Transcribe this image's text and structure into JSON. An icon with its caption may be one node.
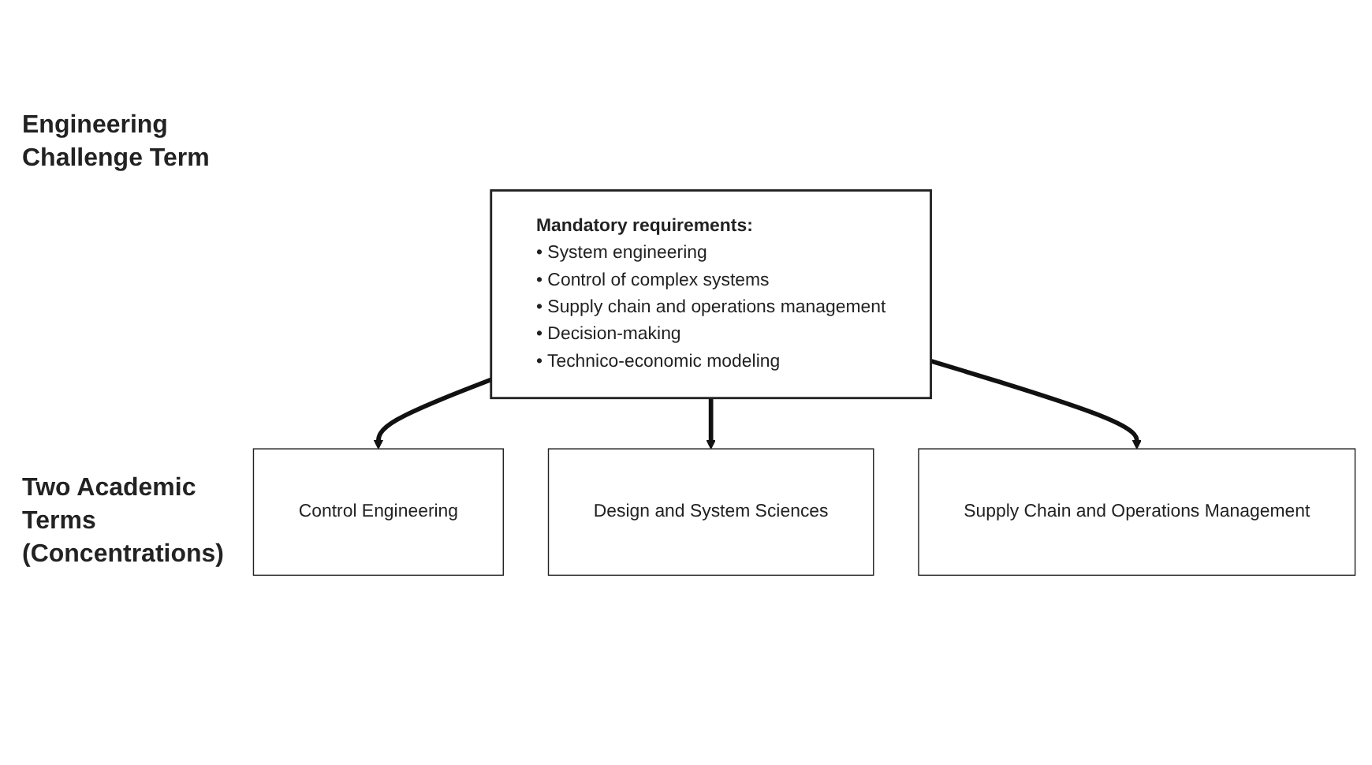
{
  "diagram": {
    "nodes": [
      {
        "text": [
          "Mandatory requirements:",
          "• System engineering",
          "• Control of complex systems",
          "• Supply chain and operations management",
          "• Decision-making",
          "• Technico-economic modeling"
        ]
      },
      {
        "text": [
          "Control Engineering"
        ]
      },
      {
        "text": [
          "Design and System Sciences"
        ]
      },
      {
        "text": [
          "Supply Chain and Operations Management"
        ]
      }
    ],
    "edges": [
      {
        "from": 0,
        "to": 1,
        "arrow": "to"
      },
      {
        "from": 0,
        "to": 2,
        "arrow": "to"
      },
      {
        "from": 0,
        "to": 3,
        "arrow": "to"
      }
    ],
    "labels": [
      "Engineering Challenge Term",
      "Two Academic Terms (Concentrations)"
    ]
  }
}
